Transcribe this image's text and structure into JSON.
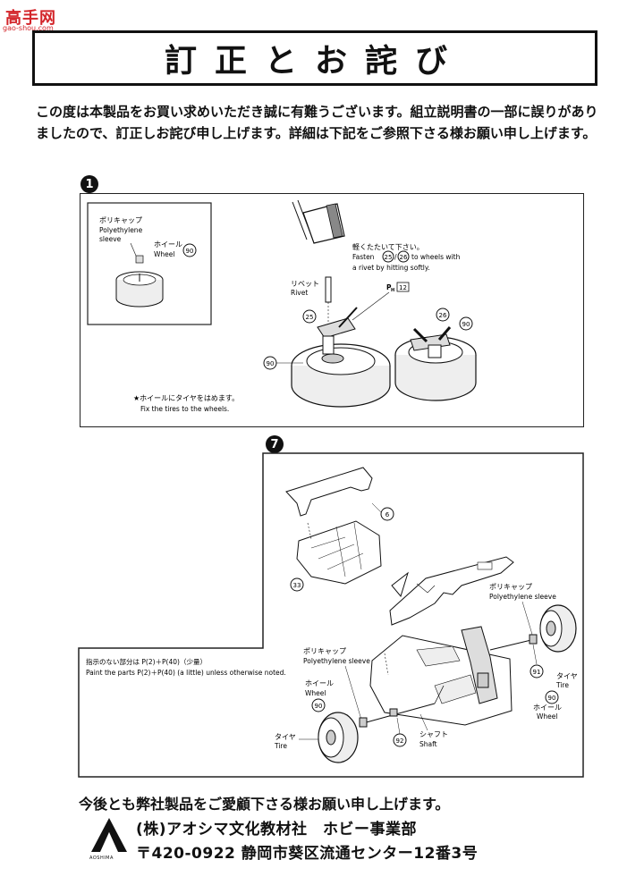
{
  "watermark": {
    "brand": "高手网",
    "url": "gao-shou.com"
  },
  "header": {
    "title": "訂正とお詫び"
  },
  "intro": {
    "text": "この度は本製品をお買い求めいただき誠に有難うございます。組立説明書の一部に誤りがありましたので、訂正しお詫び申し上げます。詳細は下記をご参照下さる様お願い申し上げます。"
  },
  "step1": {
    "number": "1",
    "inset": {
      "polycap_jp": "ポリキャップ",
      "polycap_en1": "Polyethylene",
      "polycap_en2": "sleeve",
      "wheel_jp": "ホイール",
      "wheel_en": "Wheel",
      "part": "90"
    },
    "hammer_note": {
      "jp": "軽くたたいて下さい。",
      "en1_pre": "Fasten",
      "p1": "25",
      "slash": "/",
      "p2": "26",
      "en1_post": "to wheels with",
      "en2": "a rivet by hitting softly."
    },
    "rivet_jp": "リベット",
    "rivet_en": "Rivet",
    "ph_label": "P",
    "ph_sub": "H",
    "ph_num": "12",
    "part_25": "25",
    "part_26": "26",
    "part_90a": "90",
    "part_90b": "90",
    "tire_note": {
      "jp": "★ホイールにタイヤをはめます。",
      "en": "Fix the tires to the wheels."
    }
  },
  "step7": {
    "number": "7",
    "part_6": "6",
    "part_33": "33",
    "polycap_r_jp": "ポリキャップ",
    "polycap_r_en": "Polyethylene sleeve",
    "paint_note": {
      "jp": "指示のない部分は P(2)＋P(40)（少量）",
      "en": "Paint the parts P(2)＋P(40) (a little) unless otherwise noted."
    },
    "polycap_l_jp": "ポリキャップ",
    "polycap_l_en": "Polyethylene sleeve",
    "wheel_l_jp": "ホイール",
    "wheel_l_en": "Wheel",
    "part_90_l": "90",
    "tire_l_jp": "タイヤ",
    "tire_l_en": "Tire",
    "part_92": "92",
    "shaft_jp": "シャフト",
    "shaft_en": "Shaft",
    "part_91": "91",
    "tire_r_jp": "タイヤ",
    "tire_r_en": "Tire",
    "part_90_r": "90",
    "wheel_r_jp": "ホイール",
    "wheel_r_en": "Wheel"
  },
  "footer": {
    "closing": "今後とも弊社製品をご愛顧下さる様お願い申し上げます。",
    "company": "(株)アオシマ文化教材社　ホビー事業部",
    "address": "〒420-0922 静岡市葵区流通センター12番3号",
    "logo_text": "AOSHIMA"
  }
}
